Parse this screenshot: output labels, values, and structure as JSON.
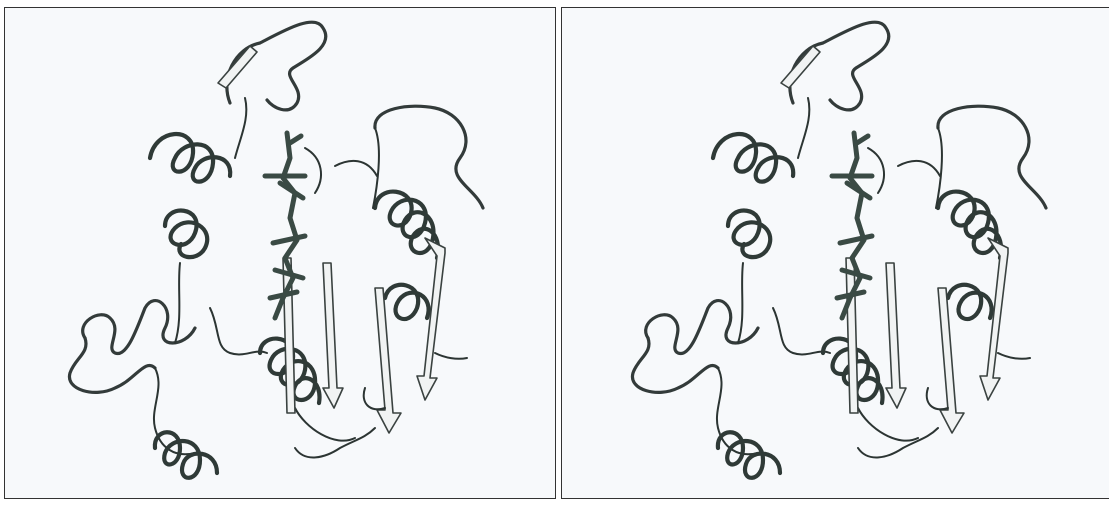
{
  "figure": {
    "kind": "stereo-pair",
    "panels": [
      "left-eye-view",
      "right-eye-view"
    ],
    "colors": {
      "background": "#ffffff",
      "panel_background": "#f7f9fb",
      "border": "#333333",
      "ribbon": "#333b3a",
      "ligand": "#3a4a44"
    }
  }
}
